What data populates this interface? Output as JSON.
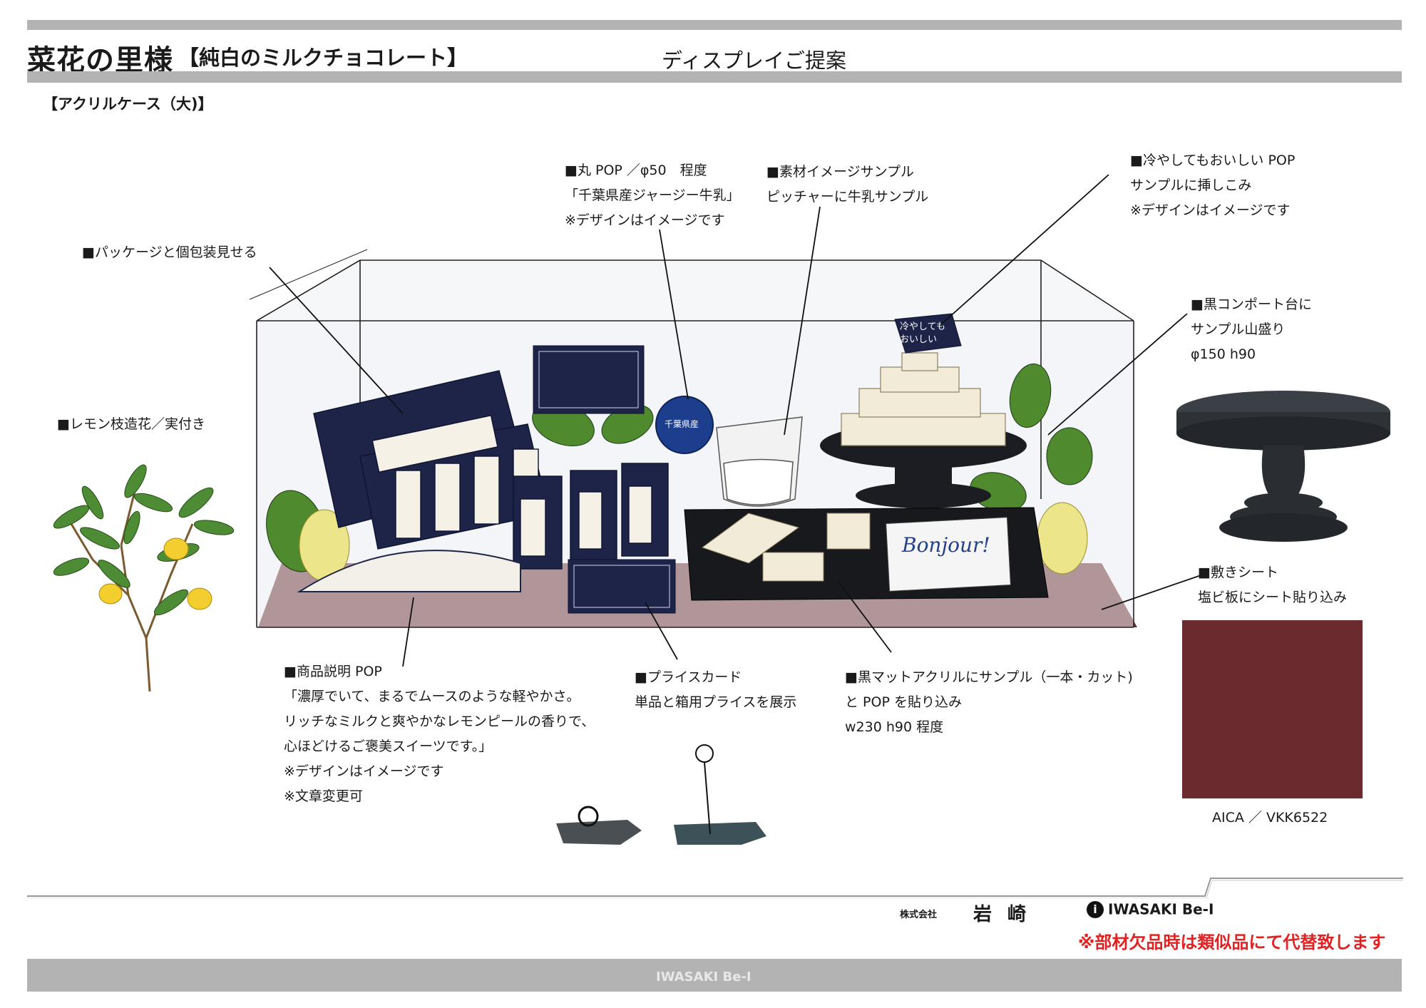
{
  "header": {
    "title": "菜花の里様",
    "product": "【純白のミルクチョコレート】",
    "document_type": "ディスプレイご提案"
  },
  "section_label": "【アクリルケース（大)】",
  "annotations": {
    "package": [
      "■パッケージと個包装見せる"
    ],
    "round_pop": [
      "■丸 POP ／φ50　程度",
      "「千葉県産ジャージー牛乳」",
      "※デザインはイメージです"
    ],
    "material": [
      "■素材イメージサンプル",
      "ピッチャーに牛乳サンプル"
    ],
    "chilled_pop": [
      "■冷やしてもおいしい POP",
      "サンプルに挿しこみ",
      "※デザインはイメージです"
    ],
    "compote": [
      "■黒コンポート台に",
      "サンプル山盛り",
      "φ150  h90"
    ],
    "lemon": [
      "■レモン枝造花／実付き"
    ],
    "sheet": [
      "■敷きシート",
      "塩ビ板にシート貼り込み"
    ],
    "product_pop": [
      "■商品説明 POP",
      "「濃厚でいて、まるでムースのような軽やかさ。",
      "リッチなミルクと爽やかなレモンピールの香りで、",
      "心ほどけるご褒美スイーツです。」",
      "※デザインはイメージです",
      "※文章変更可"
    ],
    "price_card": [
      "■プライスカード",
      "単品と箱用プライスを展示"
    ],
    "black_acrylic": [
      "■黒マットアクリルにサンプル（一本・カット)",
      "と POP を貼り込み",
      "w230  h90  程度"
    ]
  },
  "swatch": {
    "label": "AICA ／ VKK6522",
    "color": "#6b2b2e"
  },
  "footer": {
    "company_prefix": "株式会社",
    "company_name": "岩崎",
    "logo_text": "IWASAKI Be-I",
    "warning": "※部材欠品時は類似品にて代替致します",
    "bar_logo": "IWASAKI Be-I"
  },
  "illustration_text": {
    "round_pop_sign": "千葉県産",
    "bonjour_card": "Bonjour!",
    "chilled_pop_sign": "冷やしても おいしい"
  },
  "colors": {
    "header_bar": "#b3b3b3",
    "warning": "#e22222",
    "floor_sheet": "#6b2b2e",
    "package_navy": "#1d2448"
  }
}
